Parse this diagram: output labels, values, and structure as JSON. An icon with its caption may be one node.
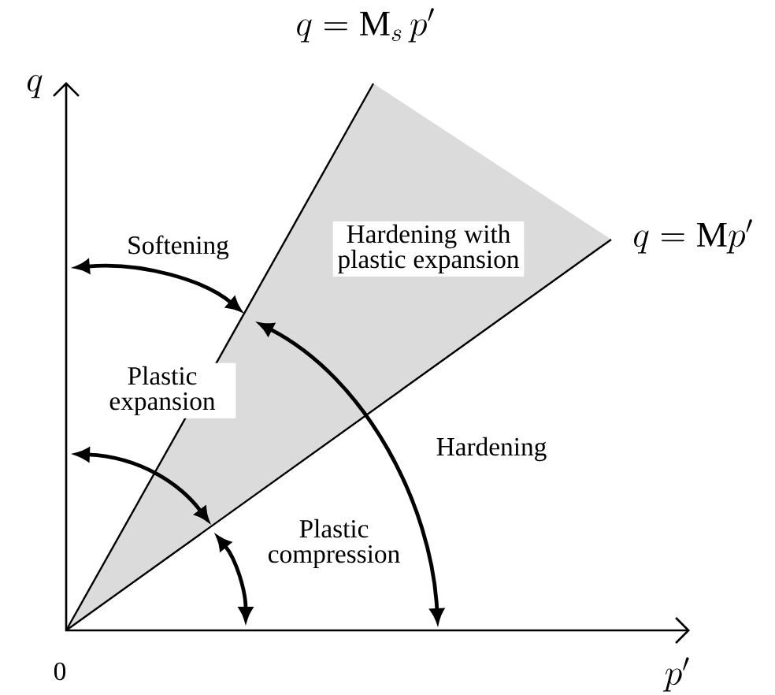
{
  "diagram": {
    "labels": [
      "q = \\mathrm{M}_s\\, p'",
      "q",
      "Softening",
      "Hardening with plastic expansion",
      "q = \\mathrm{M}p'",
      "Plastic expansion",
      "Hardening",
      "Plastic compression",
      "0",
      "p'"
    ]
  }
}
